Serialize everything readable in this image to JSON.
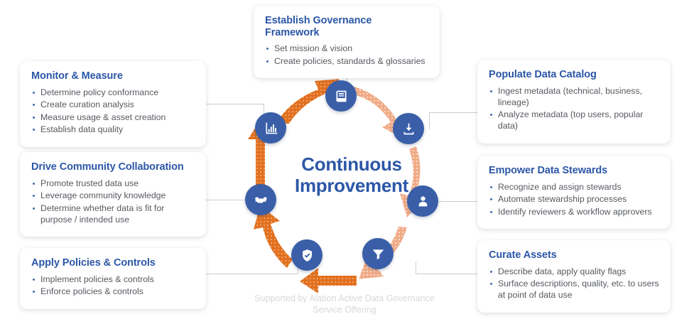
{
  "center": {
    "line1": "Continuous",
    "line2": "Improvement"
  },
  "footnote": {
    "line1": "Supported by Alation Active Data Governance",
    "line2": "Service Offering"
  },
  "colors": {
    "title_blue": "#2c57a7",
    "node_blue": "#3a5fa8",
    "arrow_orange": "#e2701e",
    "arrow_peach": "#f0ab86",
    "body_text": "#55595f",
    "connector_gray": "#c9ccd1",
    "footnote_gray": "#d6d8db"
  },
  "cards": {
    "governance": {
      "title": "Establish Governance Framework",
      "bullets": [
        "Set mission & vision",
        "Create policies, standards & glossaries"
      ]
    },
    "catalog": {
      "title": "Populate Data Catalog",
      "bullets": [
        "Ingest metadata (technical, business, lineage)",
        "Analyze metadata (top users, popular data)"
      ]
    },
    "stewards": {
      "title": "Empower Data Stewards",
      "bullets": [
        "Recognize and assign stewards",
        "Automate stewardship processes",
        "Identify reviewers & workflow approvers"
      ]
    },
    "curate": {
      "title": "Curate Assets",
      "bullets": [
        "Describe data, apply quality flags",
        "Surface descriptions, quality, etc. to users at point of data use"
      ]
    },
    "monitor": {
      "title": "Monitor & Measure",
      "bullets": [
        "Determine policy conformance",
        "Create curation analysis",
        "Measure usage & asset creation",
        "Establish data quality"
      ]
    },
    "community": {
      "title": "Drive Community Collaboration",
      "bullets": [
        "Promote trusted data use",
        "Leverage community knowledge",
        "Determine whether data is fit for purpose / intended use"
      ]
    },
    "policies": {
      "title": "Apply Policies & Controls",
      "bullets": [
        "Implement policies & controls",
        "Enforce policies & controls"
      ]
    }
  },
  "nodes": [
    {
      "id": "book",
      "icon": "book-icon",
      "card": "governance"
    },
    {
      "id": "ingest",
      "icon": "download-icon",
      "card": "catalog"
    },
    {
      "id": "steward",
      "icon": "person-icon",
      "card": "stewards"
    },
    {
      "id": "filter",
      "icon": "funnel-icon",
      "card": "curate"
    },
    {
      "id": "shield",
      "icon": "shield-check-icon",
      "card": "policies"
    },
    {
      "id": "handshake",
      "icon": "handshake-icon",
      "card": "community"
    },
    {
      "id": "chart",
      "icon": "bar-chart-icon",
      "card": "monitor"
    }
  ]
}
